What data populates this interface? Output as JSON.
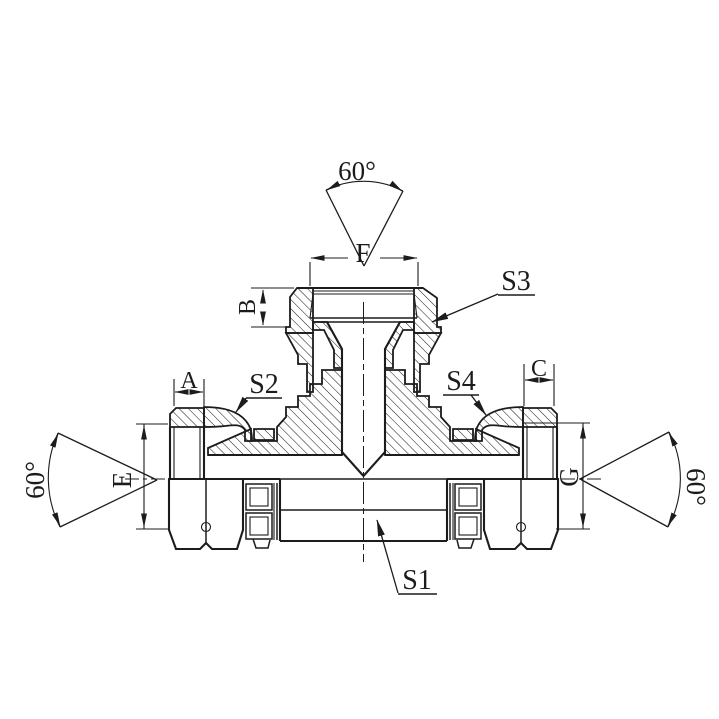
{
  "drawing": {
    "background": "#ffffff",
    "line_color": "#1c1c1c",
    "angles": {
      "top": "60°",
      "left": "60°",
      "right": "60°"
    },
    "dims": {
      "f": "F",
      "b": "B",
      "a": "A",
      "c": "C",
      "e": "E",
      "g": "G"
    },
    "parts": {
      "s1": "S1",
      "s2": "S2",
      "s3": "S3",
      "s4": "S4"
    }
  }
}
